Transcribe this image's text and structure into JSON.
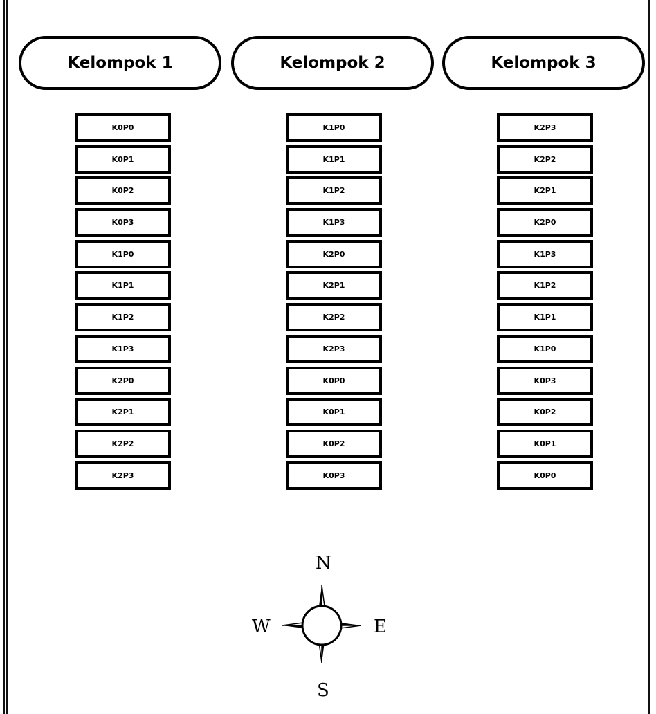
{
  "groups": [
    {
      "title": "Kelompok 1",
      "items": [
        "K0P0",
        "K0P1",
        "K0P2",
        "K0P3",
        "K1P0",
        "K1P1",
        "K1P2",
        "K1P3",
        "K2P0",
        "K2P1",
        "K2P2",
        "K2P3"
      ]
    },
    {
      "title": "Kelompok 2",
      "items": [
        "K1P0",
        "K1P1",
        "K1P2",
        "K1P3",
        "K2P0",
        "K2P1",
        "K2P2",
        "K2P3",
        "K0P0",
        "K0P1",
        "K0P2",
        "K0P3"
      ]
    },
    {
      "title": "Kelompok 3",
      "items": [
        "K2P3",
        "K2P2",
        "K2P1",
        "K2P0",
        "K1P3",
        "K1P2",
        "K1P1",
        "K1P0",
        "K0P3",
        "K0P2",
        "K0P1",
        "K0P0"
      ]
    }
  ],
  "compass": {
    "north": "N",
    "south": "S",
    "east": "E",
    "west": "W"
  }
}
